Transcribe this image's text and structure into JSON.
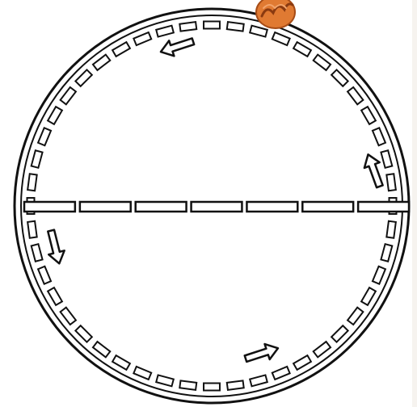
{
  "diagram": {
    "ring_segments": 48,
    "diameter_segments": 7,
    "arrows": [
      {
        "name": "arrow-top-left",
        "icon": "arrow-left-icon"
      },
      {
        "name": "arrow-right",
        "icon": "arrow-up-icon"
      },
      {
        "name": "arrow-left",
        "icon": "arrow-down-icon"
      },
      {
        "name": "arrow-bottom-right",
        "icon": "arrow-right-icon"
      }
    ],
    "marker": {
      "icon": "orange-coil-icon",
      "color": "#e07a32"
    },
    "colors": {
      "stroke": "#111111",
      "fill": "#ffffff",
      "edge": "#f6f3ef"
    }
  }
}
